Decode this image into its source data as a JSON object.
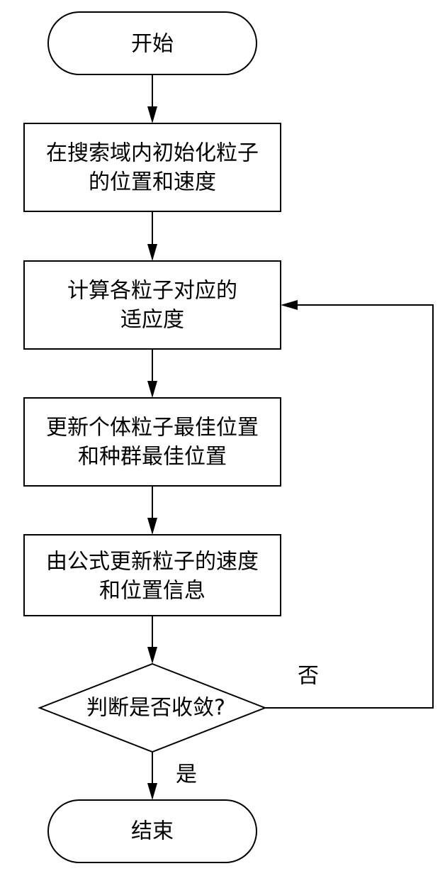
{
  "nodes": {
    "start": {
      "text": "开始"
    },
    "init": {
      "line1": "在搜索域内初始化粒子",
      "line2": "的位置和速度"
    },
    "fitness": {
      "line1": "计算各粒子对应的",
      "line2": "适应度"
    },
    "update_best": {
      "line1": "更新个体粒子最佳位置",
      "line2": "和种群最佳位置"
    },
    "update_velocity": {
      "line1": "由公式更新粒子的速度",
      "line2": "和位置信息"
    },
    "decision": {
      "text": "判断是否收敛?"
    },
    "end": {
      "text": "结束"
    }
  },
  "edges": {
    "no_label": "否",
    "yes_label": "是"
  }
}
